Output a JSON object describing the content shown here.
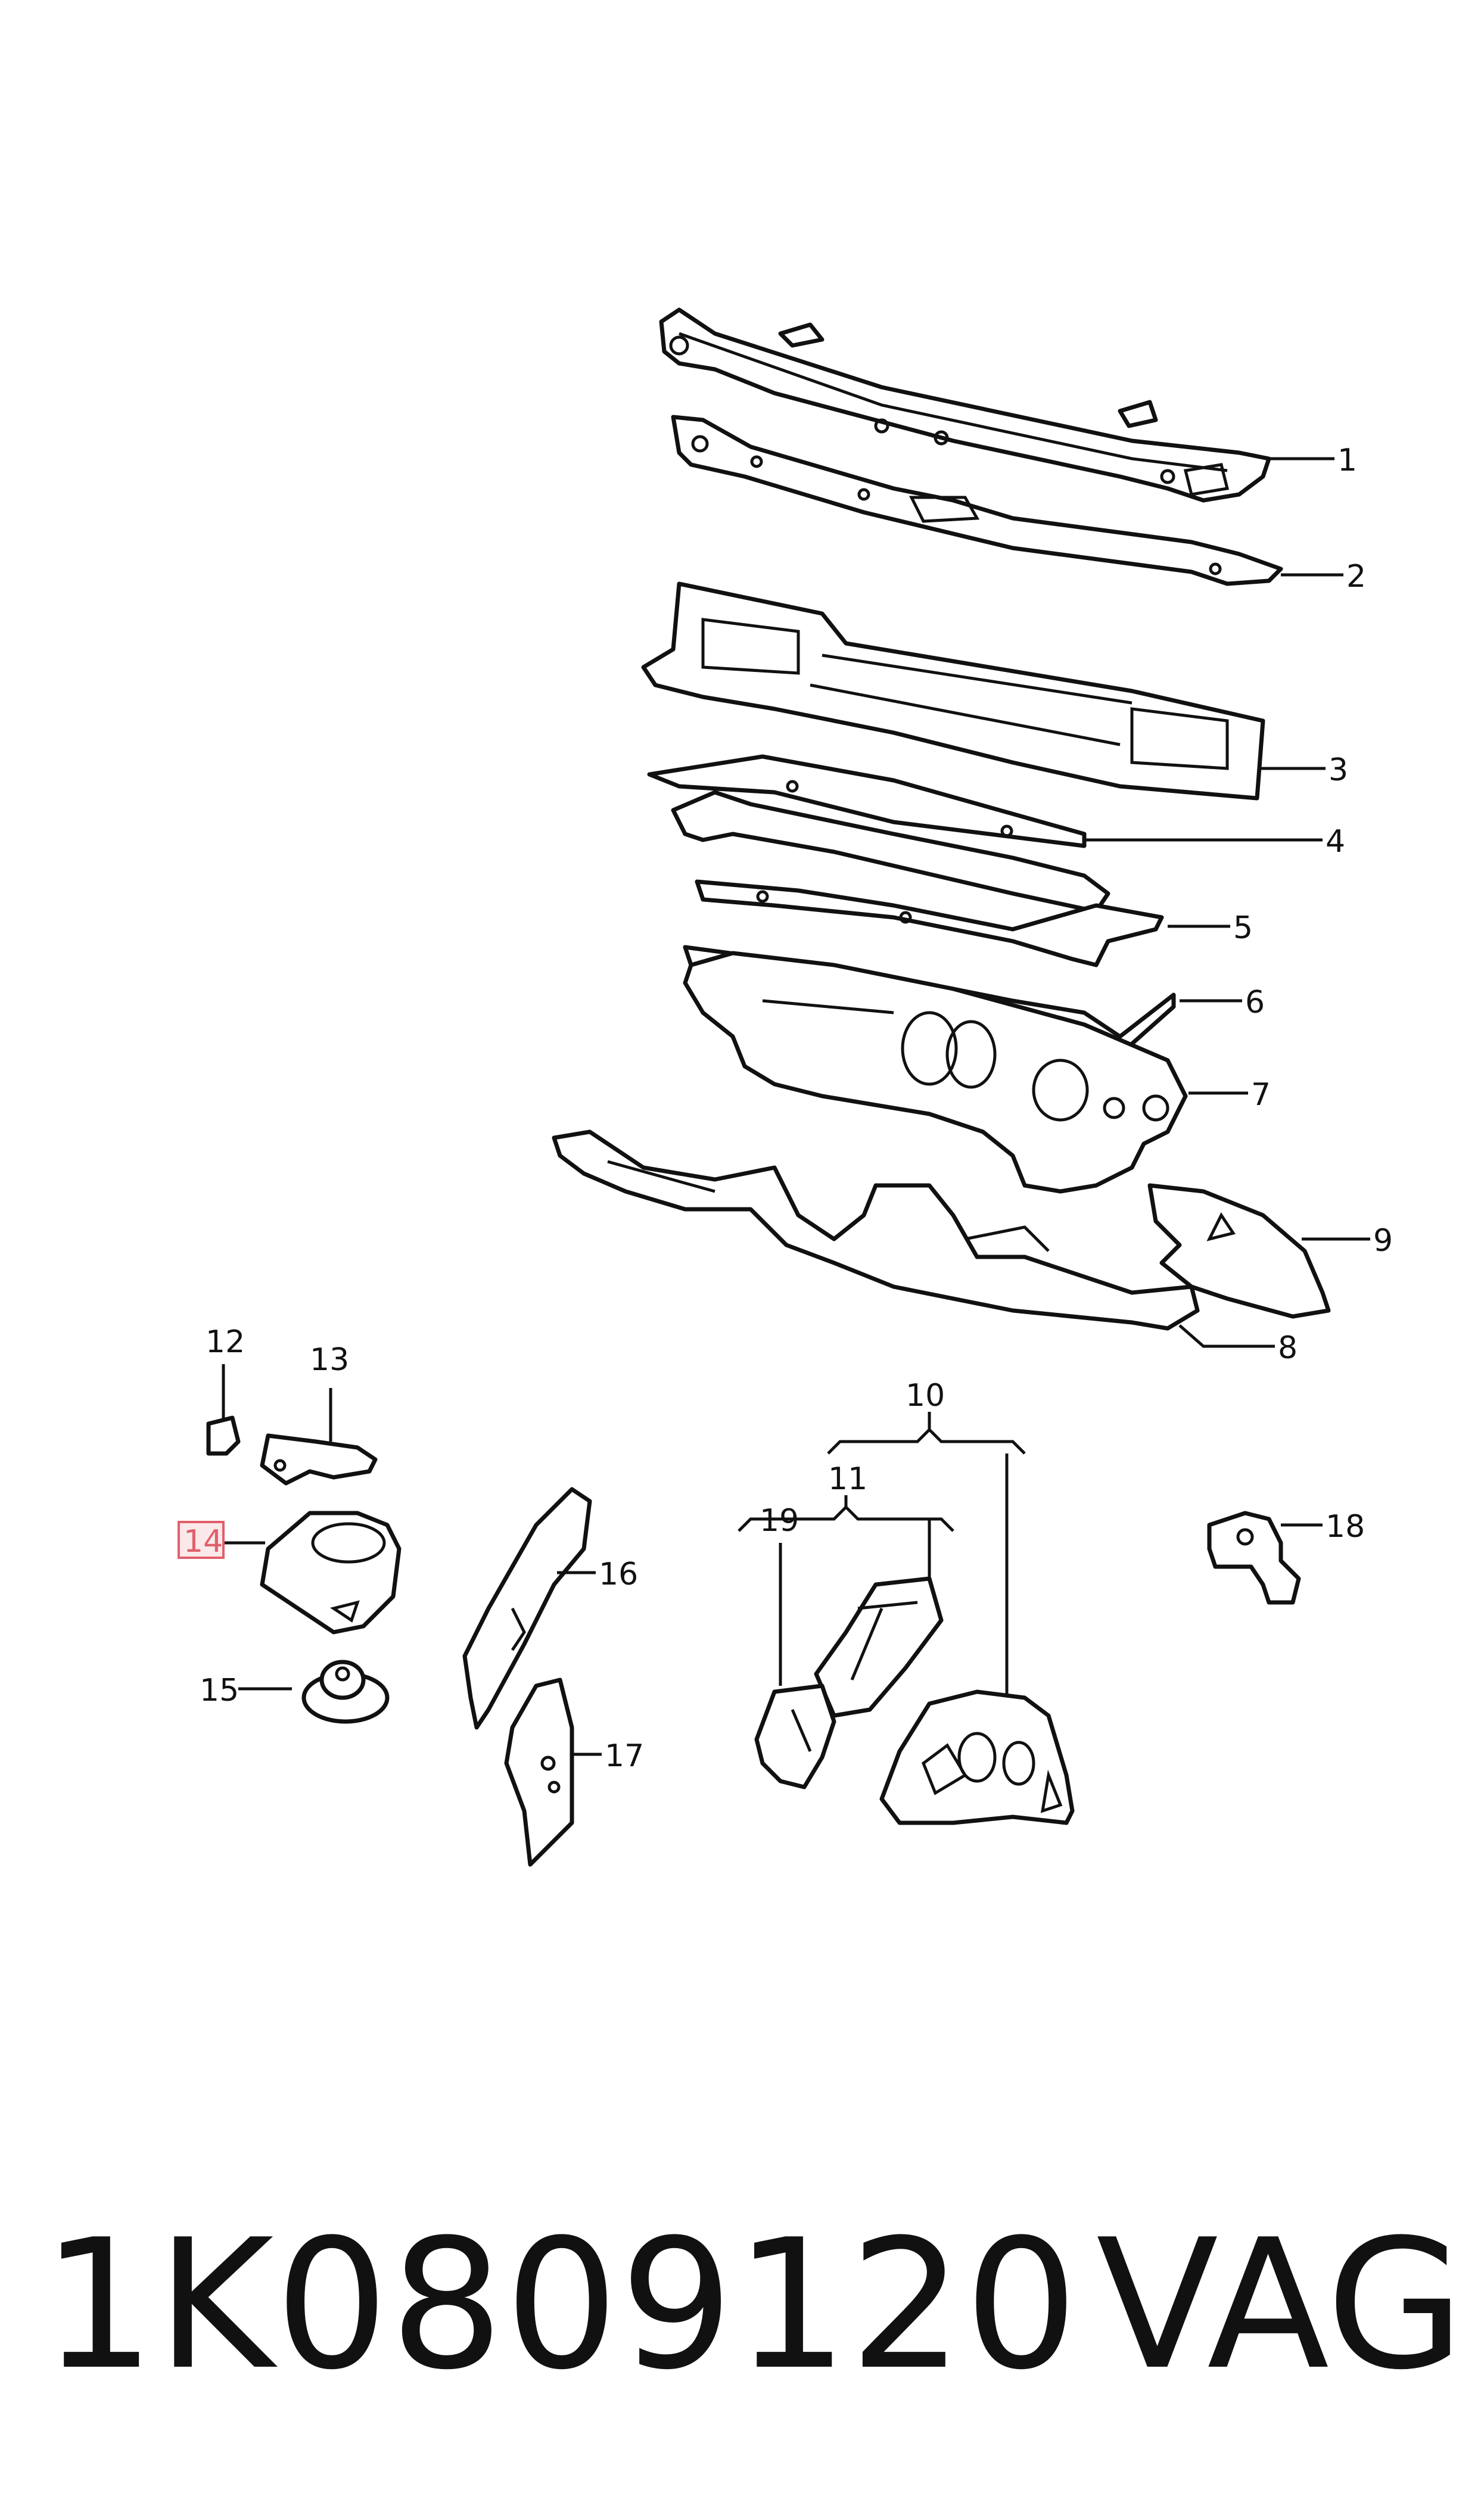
{
  "callouts": {
    "c1": "1",
    "c2": "2",
    "c3": "3",
    "c4": "4",
    "c5": "5",
    "c6": "6",
    "c7": "7",
    "c8": "8",
    "c9": "9",
    "c10": "10",
    "c11": "11",
    "c12": "12",
    "c13": "13",
    "c14": "14",
    "c15": "15",
    "c16": "16",
    "c17": "17",
    "c18": "18",
    "c19": "19"
  },
  "highlighted_callout": "14",
  "highlight_color": "#e0606a",
  "footer": {
    "part_number": "1K0809120",
    "brand": "VAG"
  }
}
